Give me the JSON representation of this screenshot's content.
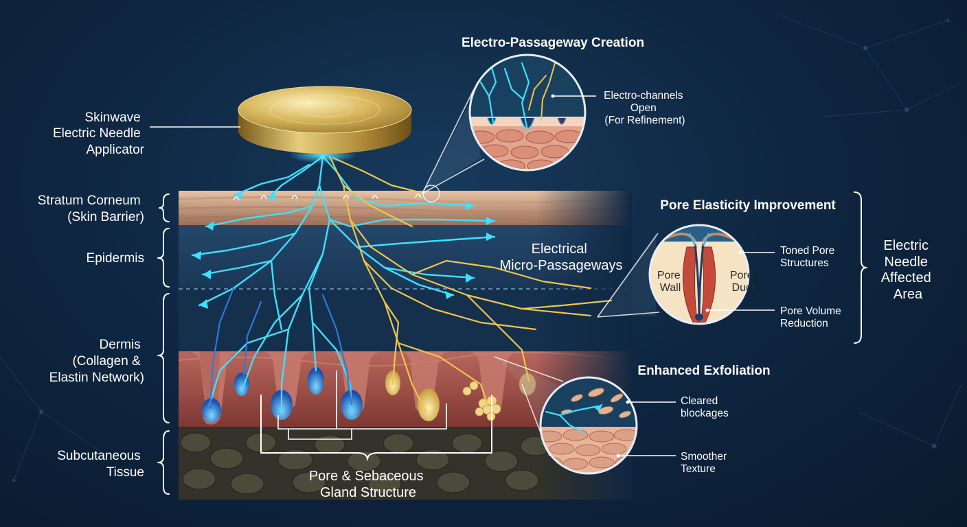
{
  "left_labels": {
    "applicator": [
      "Skinwave",
      "Electric Needle",
      "Applicator"
    ],
    "stratum": [
      "Stratum Corneum",
      "(Skin Barrier)"
    ],
    "epidermis": [
      "Epidermis"
    ],
    "dermis": [
      "Dermis",
      "(Collagen &",
      "Elastin Network)"
    ],
    "subcutaneous": [
      "Subcutaneous",
      "Tissue"
    ]
  },
  "center": {
    "micro_passageways": [
      "Electrical",
      "Micro-Passageways"
    ],
    "pore_gland": [
      "Pore & Sebaceous",
      "Gland Structure"
    ]
  },
  "callouts": {
    "creation": {
      "title": "Electro-Passageway Creation",
      "note": [
        "Electro-channels",
        "Open",
        "(For Refinement)"
      ]
    },
    "elasticity": {
      "title": "Pore Elasticity Improvement",
      "pore_wall": [
        "Pore",
        "Wall"
      ],
      "pore_duct": [
        "Pore",
        "Duct"
      ],
      "toned": [
        "Toned Pore",
        "Structures"
      ],
      "volume": [
        "Pore Volume",
        "Reduction"
      ]
    },
    "exfoliation": {
      "title": "Enhanced Exfoliation",
      "cleared": [
        "Cleared",
        "blockages"
      ],
      "smoother": [
        "Smoother",
        "Texture"
      ]
    }
  },
  "right_label": [
    "Electric",
    "Needle",
    "Affected",
    "Area"
  ],
  "colors": {
    "background": "#0f2742",
    "blue_current": "#3ee0ff",
    "gold_current": "#f0c64a",
    "skin": "#e9b49a",
    "dermis": "#a8574e",
    "fat": "#3d3a2c"
  }
}
